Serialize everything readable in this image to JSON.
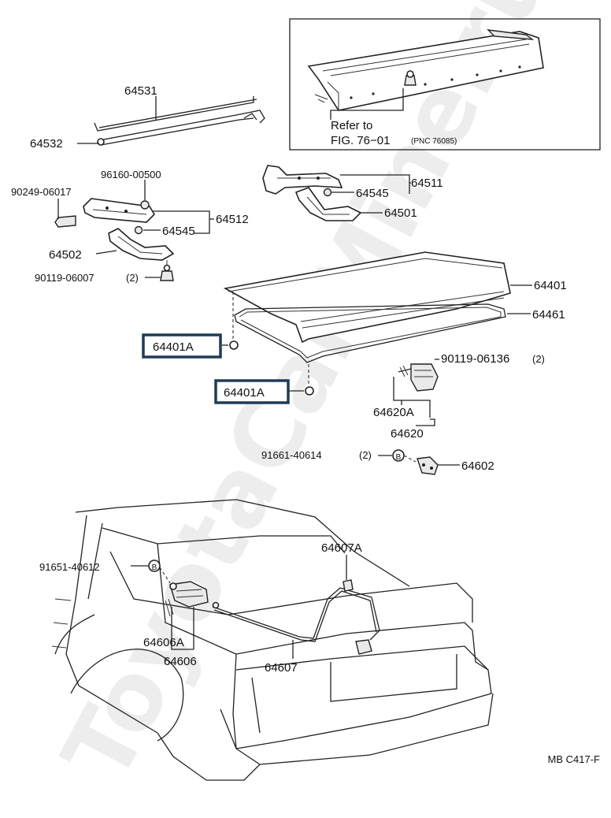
{
  "watermark": "ToyotaCarMine.ru",
  "reference_box": {
    "line1": "Refer to",
    "line2": "FIG. 76−01",
    "pnc": "(PNC 76085)"
  },
  "labels": {
    "p64531": "64531",
    "p64532": "64532",
    "p96160_00500": "96160-00500",
    "p90249_06017": "90249-06017",
    "p64512": "64512",
    "p64545_left": "64545",
    "p64502": "64502",
    "p90119_06007": "90119-06007",
    "q90119_06007": "(2)",
    "p64511": "64511",
    "p64545_right": "64545",
    "p64501": "64501",
    "p64401": "64401",
    "p64461": "64461",
    "p64401A_1": "64401A",
    "p64401A_2": "64401A",
    "p90119_06136": "90119-06136",
    "q90119_06136": "(2)",
    "p64620A": "64620A",
    "p64620": "64620",
    "p91661_40614": "91661-40614",
    "q91661_40614": "(2)",
    "p64602": "64602",
    "p64607A": "64607A",
    "p91651_40612": "91651-40612",
    "p64606A": "64606A",
    "p64606": "64606",
    "p64607": "64607",
    "bolt_mark_1": "B",
    "bolt_mark_2": "B"
  },
  "figure_code": "MB C417-F"
}
